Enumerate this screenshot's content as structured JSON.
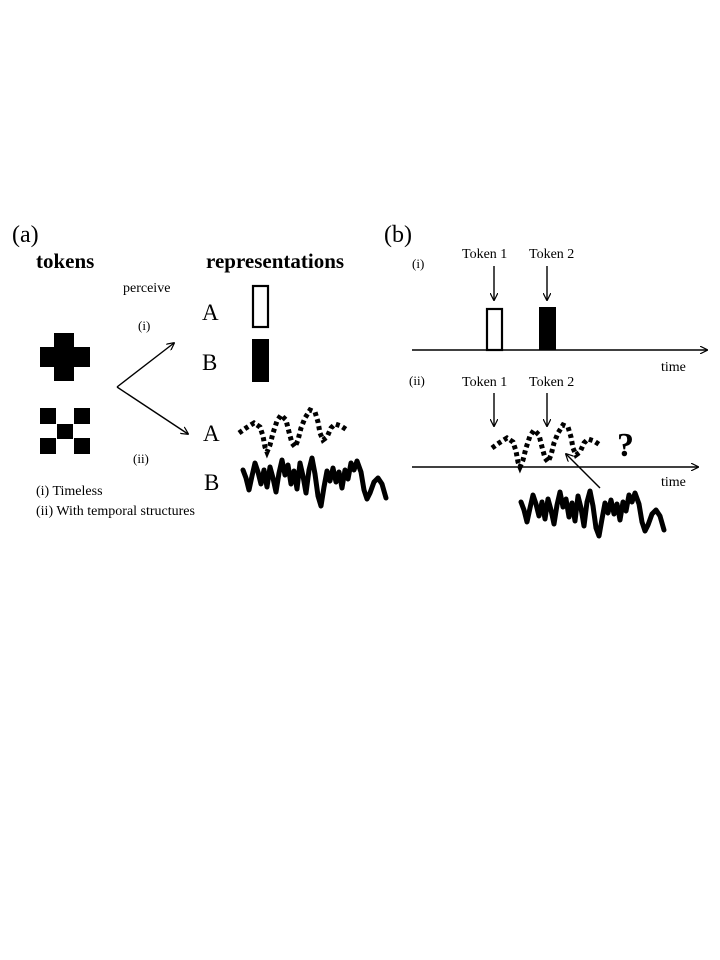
{
  "panel_a": {
    "label": "(a)",
    "tokens_heading": "tokens",
    "representations_heading": "representations",
    "perceive": "perceive",
    "branch_i": "(i)",
    "branch_ii": "(ii)",
    "rep_a_label": "A",
    "rep_b_label": "B",
    "wave_a_label": "A",
    "wave_b_label": "B",
    "legend_i": "(i) Timeless",
    "legend_ii": "(ii) With temporal structures"
  },
  "panel_b": {
    "label": "(b)",
    "row_i": "(i)",
    "row_ii": "(ii)",
    "token1_i": "Token 1",
    "token2_i": "Token 2",
    "token1_ii": "Token 1",
    "token2_ii": "Token 2",
    "time_i": "time",
    "time_ii": "time",
    "question": "?"
  },
  "colors": {
    "ink": "#000000",
    "paper": "#ffffff"
  }
}
